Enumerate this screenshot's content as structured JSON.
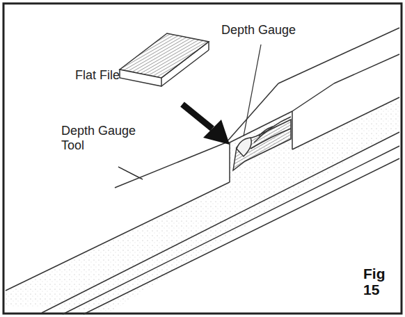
{
  "diagram": {
    "labels": [
      "Flat File",
      "Depth Gauge",
      "Depth Gauge Tool",
      "Fig 15"
    ]
  }
}
